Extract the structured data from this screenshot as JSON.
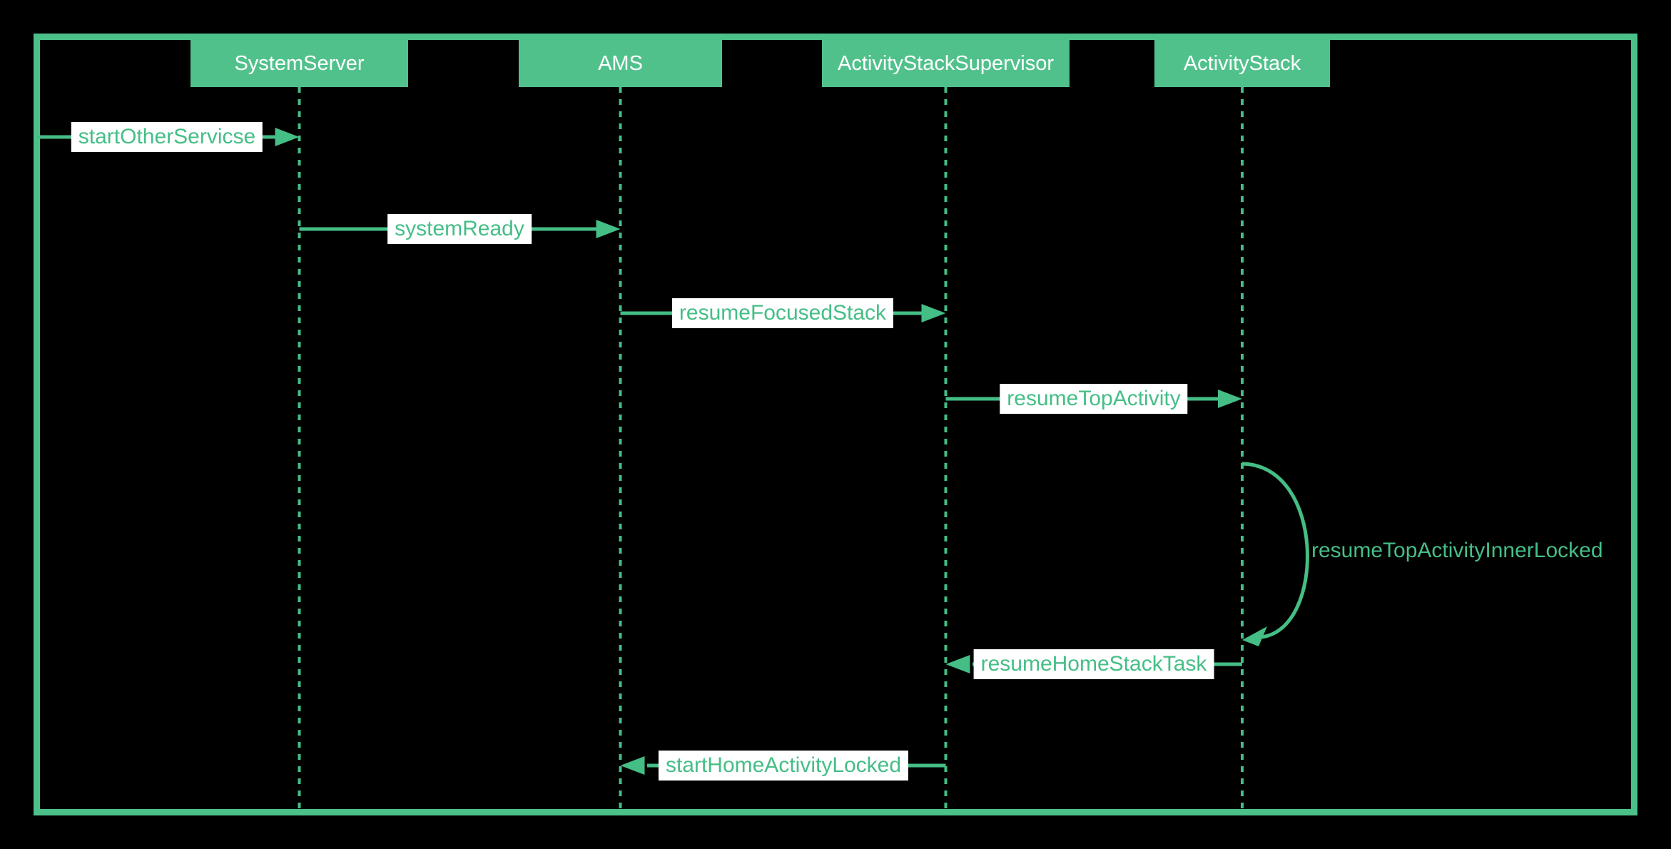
{
  "diagram": {
    "type": "sequence-diagram",
    "colors": {
      "background": "#000000",
      "frame_border": "#4CC089",
      "actor_fill": "#51C18C",
      "actor_text": "#FFFFFF",
      "line": "#45BE86",
      "message_text": "#45BE86",
      "message_label_background": "#FFFFFF"
    },
    "actors": [
      {
        "name": "SystemServer"
      },
      {
        "name": "AMS"
      },
      {
        "name": "ActivityStackSupervisor"
      },
      {
        "name": "ActivityStack"
      }
    ],
    "messages": [
      {
        "label": "startOtherServicse",
        "from": "frame-left",
        "to": "SystemServer",
        "kind": "solid-arrow-right"
      },
      {
        "label": "systemReady",
        "from": "SystemServer",
        "to": "AMS",
        "kind": "solid-arrow-right"
      },
      {
        "label": "resumeFocusedStack",
        "from": "AMS",
        "to": "ActivityStackSupervisor",
        "kind": "solid-arrow-right"
      },
      {
        "label": "resumeTopActivity",
        "from": "ActivityStackSupervisor",
        "to": "ActivityStack",
        "kind": "solid-arrow-right"
      },
      {
        "label": "resumeTopActivityInnerLocked",
        "from": "ActivityStack",
        "to": "ActivityStack",
        "kind": "self-loop"
      },
      {
        "label": "resumeHomeStackTask",
        "from": "ActivityStack",
        "to": "ActivityStackSupervisor",
        "kind": "solid-arrow-left"
      },
      {
        "label": "startHomeActivityLocked",
        "from": "ActivityStackSupervisor",
        "to": "AMS",
        "kind": "solid-arrow-left"
      }
    ]
  }
}
